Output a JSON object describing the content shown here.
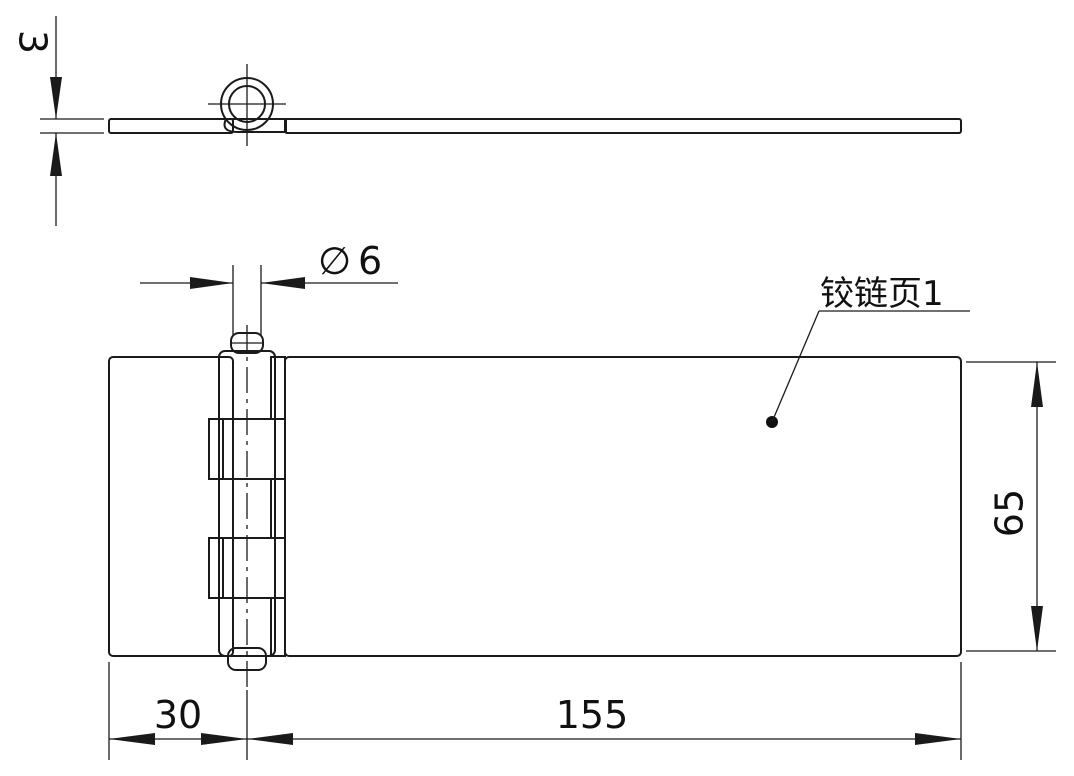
{
  "dimensions": {
    "thickness": "3",
    "pin_diameter_symbol": "∅",
    "pin_diameter_value": "6",
    "height": "65",
    "leaf_left_width": "30",
    "leaf_right_width": "155"
  },
  "callout": {
    "label": "铰链页1"
  },
  "colors": {
    "line": "#1a1a1a",
    "leaf_fill": "#eff0f4",
    "pin_fill": "#d9dce3"
  }
}
